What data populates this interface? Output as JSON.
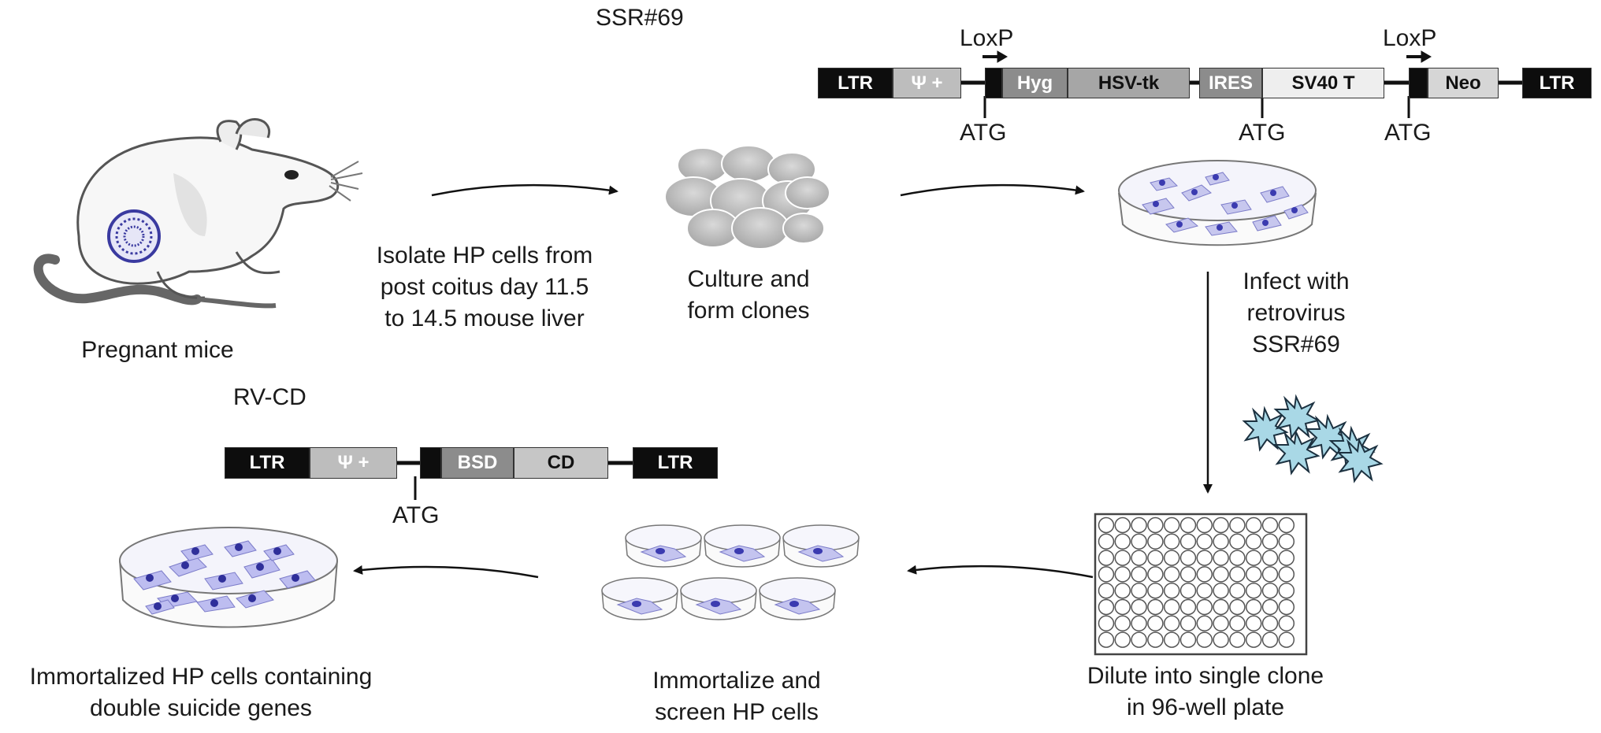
{
  "labels": {
    "pregnant_mice": [
      "Pregnant mice"
    ],
    "isolate": [
      "Isolate HP cells from",
      "post coitus day 11.5",
      "to 14.5 mouse liver"
    ],
    "culture": [
      "Culture and",
      "form clones"
    ],
    "infect": [
      "Infect with",
      "retrovirus",
      "SSR#69"
    ],
    "dilute": [
      "Dilute into single clone",
      "in 96-well plate"
    ],
    "immortalize": [
      "Immortalize and",
      "screen HP cells"
    ],
    "immortalized": [
      "Immortalized HP cells containing",
      "double suicide genes"
    ]
  },
  "ssr69": {
    "title": "SSR#69",
    "loxp": "LoxP",
    "atg": "ATG",
    "segments": [
      "LTR",
      "Ψ +",
      "",
      "Hyg",
      "HSV-tk",
      "IRES",
      "SV40 T",
      "",
      "Neo",
      "LTR"
    ]
  },
  "rvcd": {
    "title": "RV-CD",
    "atg": "ATG",
    "segments": [
      "LTR",
      "Ψ +",
      "",
      "BSD",
      "CD",
      "LTR"
    ]
  },
  "colors": {
    "black_seg": "#0d0d0d",
    "light_seg": "#bdbdbd",
    "mid_seg": "#8c8c8c",
    "pale_seg": "#eeeeee",
    "cell": "#9b9bd8",
    "virus": "#a9d8e6"
  }
}
